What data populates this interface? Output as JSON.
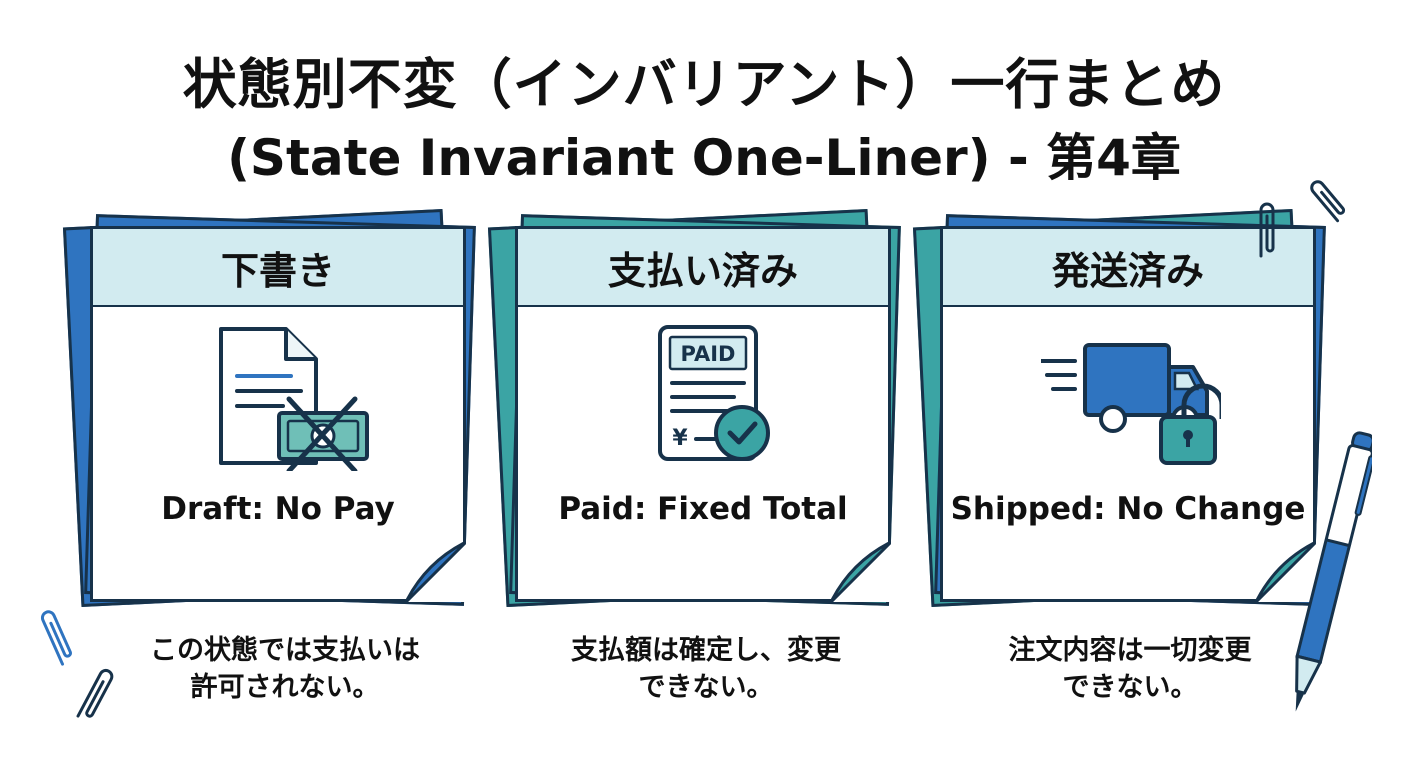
{
  "title": {
    "ja": "状態別不変（インバリアント）一行まとめ",
    "en": "(State Invariant One-Liner) - 第4章"
  },
  "cards": [
    {
      "heading": "下書き",
      "icon": "document-with-crossed-out-money-icon",
      "caption": "Draft: No Pay",
      "description": [
        "この状態では支払いは",
        "許可されない。"
      ]
    },
    {
      "heading": "支払い済み",
      "icon": "paid-receipt-with-check-icon",
      "icon_text": "PAID",
      "currency_symbol": "¥",
      "caption": "Paid: Fixed Total",
      "description": [
        "支払額は確定し、変更",
        "できない。"
      ]
    },
    {
      "heading": "発送済み",
      "icon": "delivery-truck-with-padlock-icon",
      "caption": "Shipped: No Change",
      "description": [
        "注文内容は一切変更",
        "できない。"
      ]
    }
  ],
  "colors": {
    "navy_outline": "#17324a",
    "blue": "#2f74c0",
    "teal": "#3ba4a4",
    "header_fill": "#d2ebf0"
  }
}
